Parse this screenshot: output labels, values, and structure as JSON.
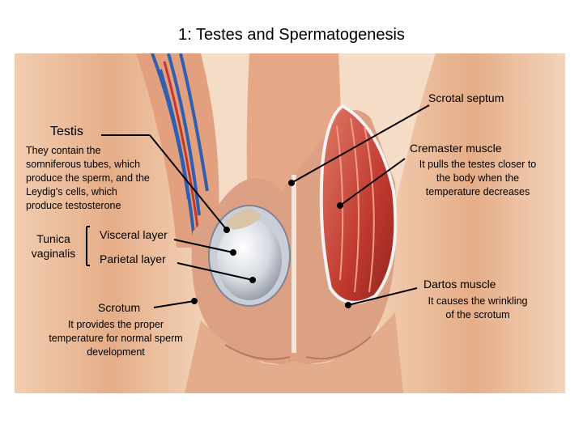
{
  "title": "1: Testes and Spermatogenesis",
  "labels": {
    "scrotal_septum": "Scrotal septum",
    "testis": "Testis",
    "testis_desc": [
      "They contain the",
      "somniferous tubes, which",
      "produce the sperm, and the",
      "Leydig's cells, which",
      "produce testosterone"
    ],
    "cremaster": "Cremaster muscle",
    "cremaster_desc": [
      "It pulls the testes closer to",
      "the body  when the",
      "temperature decreases"
    ],
    "tunica": [
      "Tunica",
      "vaginalis"
    ],
    "visceral": "Visceral layer",
    "parietal": "Parietal layer",
    "dartos": "Dartos muscle",
    "dartos_desc": [
      "It causes the wrinkling",
      "of the scrotum"
    ],
    "scrotum": "Scrotum",
    "scrotum_desc": [
      "It provides the proper",
      "temperature for normal sperm",
      "development"
    ]
  },
  "colors": {
    "skin": "#e9b48f",
    "muscle": "#c8463c",
    "vein": "#2f5fb0",
    "testis": "#d8dce4",
    "leader": "#000000"
  }
}
